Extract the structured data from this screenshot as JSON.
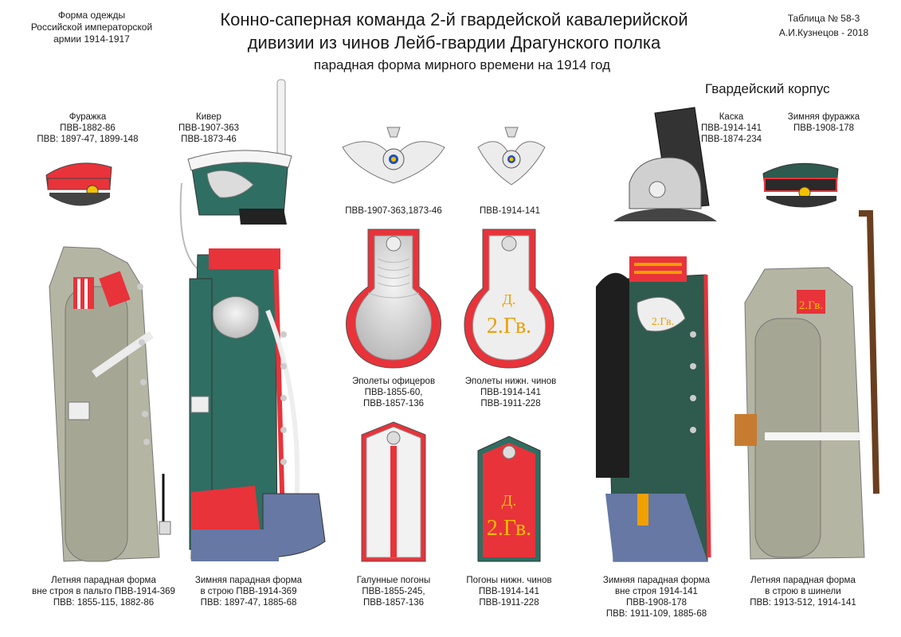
{
  "header": {
    "left": [
      "Форма одежды",
      "Российской императорской",
      "армии  1914-1917"
    ],
    "right": [
      "Таблица № 58-3",
      "А.И.Кузнецов - 2018"
    ],
    "title": [
      "Конно-саперная команда 2-й гвардейской кавалерийской",
      "дивизии из чинов Лейб-гвардии Драгунского полка"
    ],
    "subtitle": "парадная форма мирного времени на 1914 год",
    "corps": "Гвардейский корпус"
  },
  "headgear": {
    "furazhka": [
      "Фуражка",
      "ПВВ-1882-86",
      "ПВВ: 1897-47, 1899-148"
    ],
    "kiver": [
      "Кивер",
      "ПВВ-1907-363",
      "ПВВ-1873-46"
    ],
    "kaska": [
      "Каска",
      "ПВВ-1914-141",
      "ПВВ-1874-234"
    ],
    "winter_cap": [
      "Зимняя фуражка",
      "ПВВ-1908-178"
    ]
  },
  "badges": {
    "left": "ПВВ-1907-363,1873-46",
    "right": "ПВВ-1914-141"
  },
  "epaulettes": {
    "officer": [
      "Эполеты офицеров",
      "ПВВ-1855-60,",
      "ПВВ-1857-136"
    ],
    "lower": [
      "Эполеты нижн. чинов",
      "ПВВ-1914-141",
      "ПВВ-1911-228"
    ],
    "cipher": "2.Гв.",
    "cipher_top": "Д."
  },
  "uniforms": {
    "u1": [
      "Летняя парадная форма",
      "вне строя в пальто ПВВ-1914-369",
      "ПВВ: 1855-115, 1882-86"
    ],
    "u2": [
      "Зимняя парадная форма",
      "в строю  ПВВ-1914-369",
      "ПВВ: 1897-47, 1885-68"
    ],
    "u3": [
      "Галунные погоны",
      "ПВВ-1855-245,",
      "ПВВ-1857-136"
    ],
    "u4": [
      "Погоны нижн. чинов",
      "ПВВ-1914-141",
      "ПВВ-1911-228"
    ],
    "u5": [
      "Зимняя парадная форма",
      "вне строя 1914-141",
      "ПВВ-1908-178",
      "ПВВ: 1911-109, 1885-68"
    ],
    "u6": [
      "Летняя парадная форма",
      "в строю в шинели",
      "ПВВ: 1913-512, 1914-141"
    ]
  },
  "colors": {
    "khaki": "#b5b5a3",
    "dark_green": "#2f5a4e",
    "red": "#e8333a",
    "blue_grey": "#6678a3",
    "silver": "#d9d9d9"
  }
}
